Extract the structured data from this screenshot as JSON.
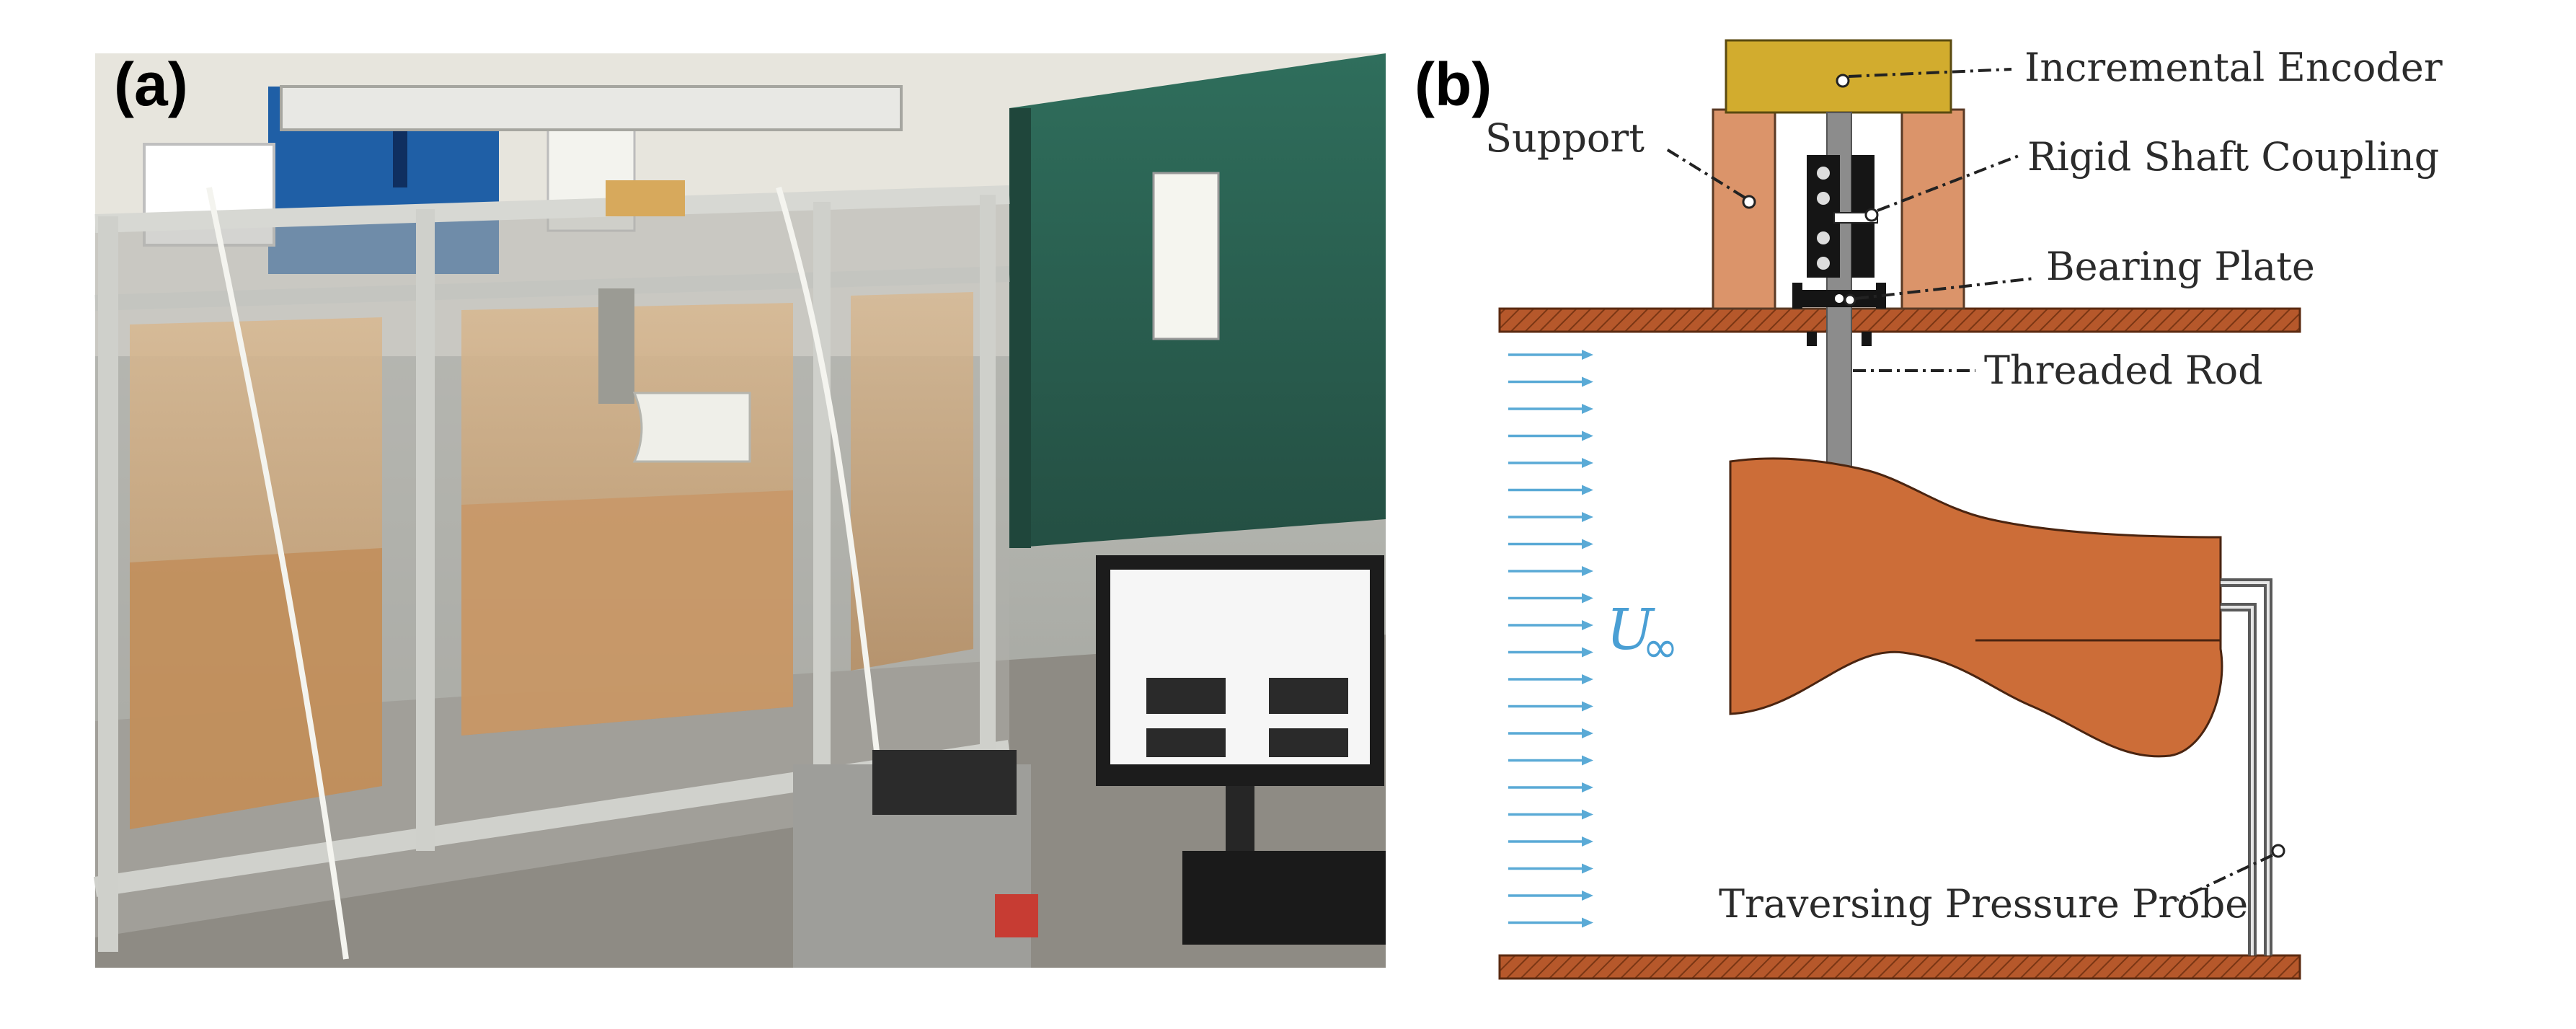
{
  "panel_a": {
    "label": "(a)"
  },
  "panel_b": {
    "label": "(b)",
    "labels": {
      "encoder": "Incremental Encoder",
      "support": "Support",
      "coupling": "Rigid Shaft Coupling",
      "bearing": "Bearing Plate",
      "rod": "Threaded Rod",
      "probe": "Traversing Pressure Probe"
    },
    "freestream_symbol": "U",
    "freestream_subscript": "∞"
  },
  "colors": {
    "encoder": "#d2ac2e",
    "support": "#db946a",
    "plate": "#b6582b",
    "model": "#cc6d38",
    "flow_arrows": "#5aaad6",
    "rod": "#8c8c8c"
  }
}
